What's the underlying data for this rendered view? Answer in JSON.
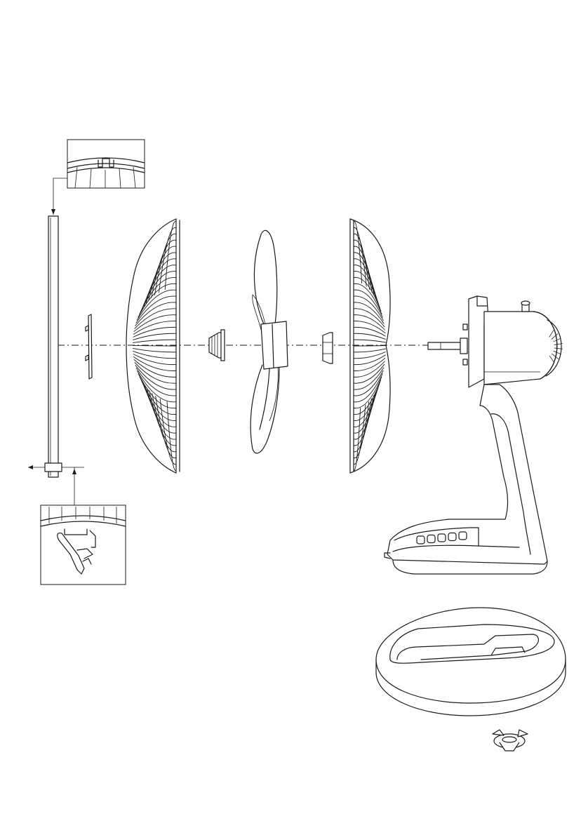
{
  "diagram": {
    "type": "exploded-assembly-illustration",
    "colors": {
      "line": "#1a1a1a",
      "background": "#ffffff"
    },
    "parts": [
      {
        "name": "front-grille-rim-clip"
      },
      {
        "name": "front-grille-ring"
      },
      {
        "name": "spinner-cap"
      },
      {
        "name": "front-grille"
      },
      {
        "name": "spinner"
      },
      {
        "name": "fan-blade"
      },
      {
        "name": "grille-nut"
      },
      {
        "name": "rear-grille"
      },
      {
        "name": "motor-housing"
      },
      {
        "name": "stand-body"
      },
      {
        "name": "base-plate"
      },
      {
        "name": "base-wing-nut"
      }
    ]
  }
}
